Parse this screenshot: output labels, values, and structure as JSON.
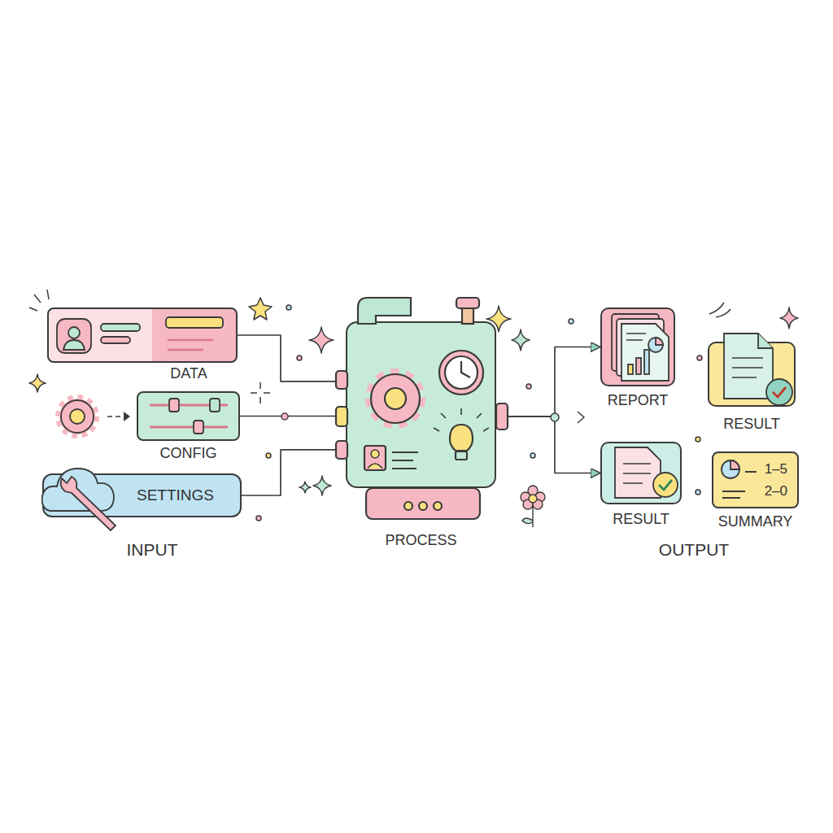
{
  "diagram": {
    "nodes": [
      {
        "text": [
          "DATA"
        ]
      },
      {
        "text": [
          "CONFIG"
        ]
      },
      {
        "text": [
          "SETTINGS"
        ]
      },
      {
        "text": [
          "PROCESS"
        ]
      },
      {
        "text": [
          "REPORT"
        ]
      },
      {
        "text": [
          "RESULT"
        ]
      },
      {
        "text": [
          "RESULT"
        ]
      },
      {
        "text": [
          "1–5",
          "2–0",
          "SUMMARY"
        ]
      }
    ],
    "edges": [
      {
        "from": 0,
        "to": 3,
        "arrow": "to"
      },
      {
        "from": 1,
        "to": 3,
        "arrow": "to"
      },
      {
        "from": 2,
        "to": 3,
        "arrow": "to"
      },
      {
        "from": 3,
        "to": 4,
        "arrow": "to"
      },
      {
        "from": 3,
        "to": 6,
        "arrow": "to"
      }
    ],
    "labels": [
      "INPUT",
      "OUTPUT"
    ]
  }
}
